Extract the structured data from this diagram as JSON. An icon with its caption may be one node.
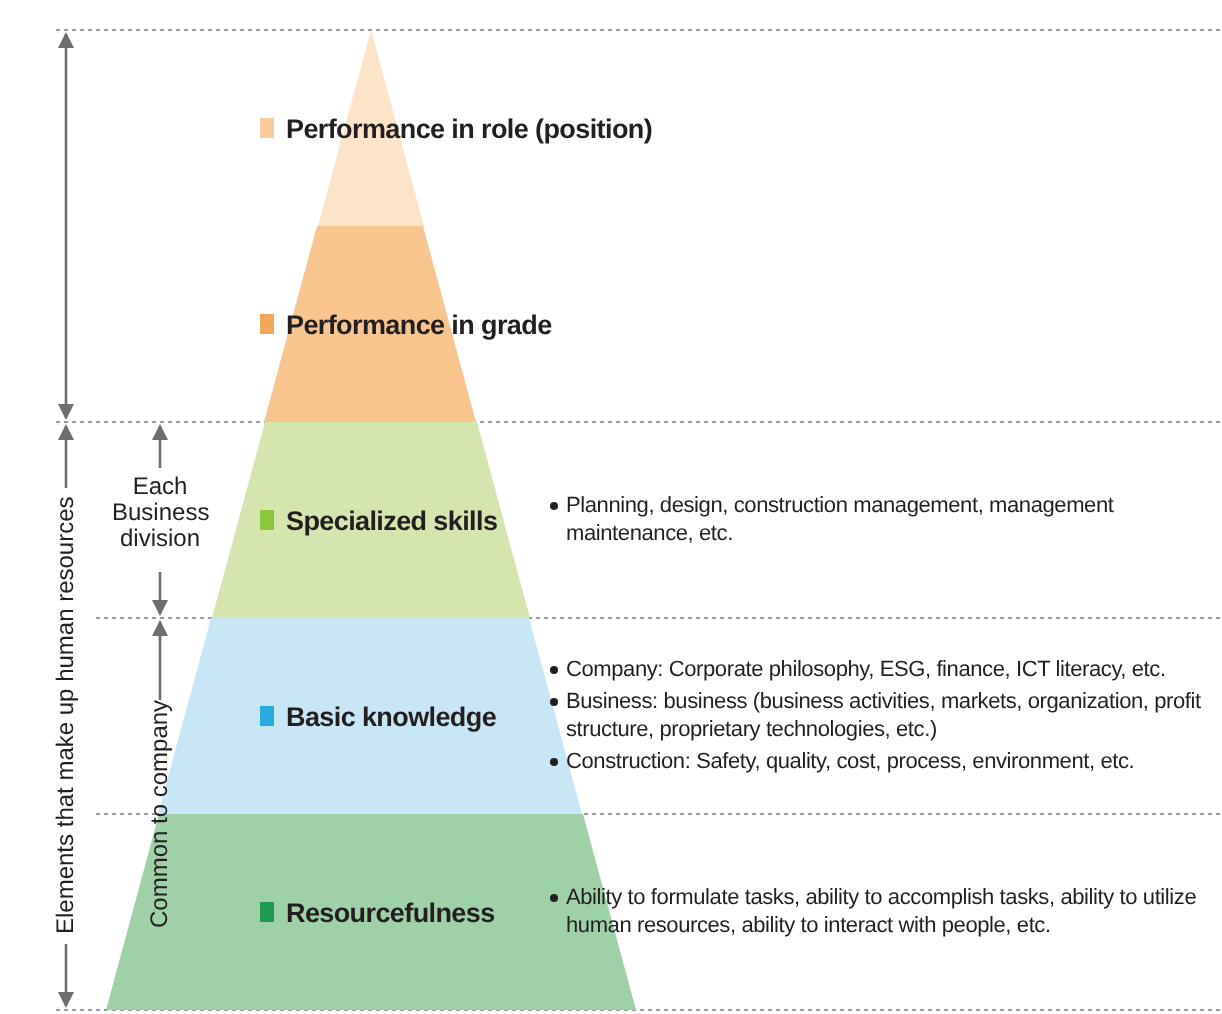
{
  "diagram": {
    "nodes": [
      {
        "text": [
          "Performance in role (position)"
        ]
      },
      {
        "text": [
          "Performance in grade"
        ]
      },
      {
        "text": [
          "Specialized skills"
        ],
        "beside": [
          "Planning, design, construction management, management maintenance, etc."
        ]
      },
      {
        "text": [
          "Basic knowledge"
        ],
        "beside": [
          "Company: Corporate philosophy, ESG, finance, ICT literacy, etc.",
          "Business: business (business activities, markets, organization, profit structure, proprietary technologies, etc.)",
          "Construction: Safety, quality, cost, process, environment, etc."
        ]
      },
      {
        "text": [
          "Resourcefulness"
        ],
        "beside": [
          "Ability to formulate tasks, ability to accomplish tasks, ability to utilize human resources, ability to interact with people, etc."
        ]
      }
    ],
    "edges": [],
    "labels": [
      "Elements that make up human resources",
      "Each Business division",
      "Common to company"
    ]
  }
}
